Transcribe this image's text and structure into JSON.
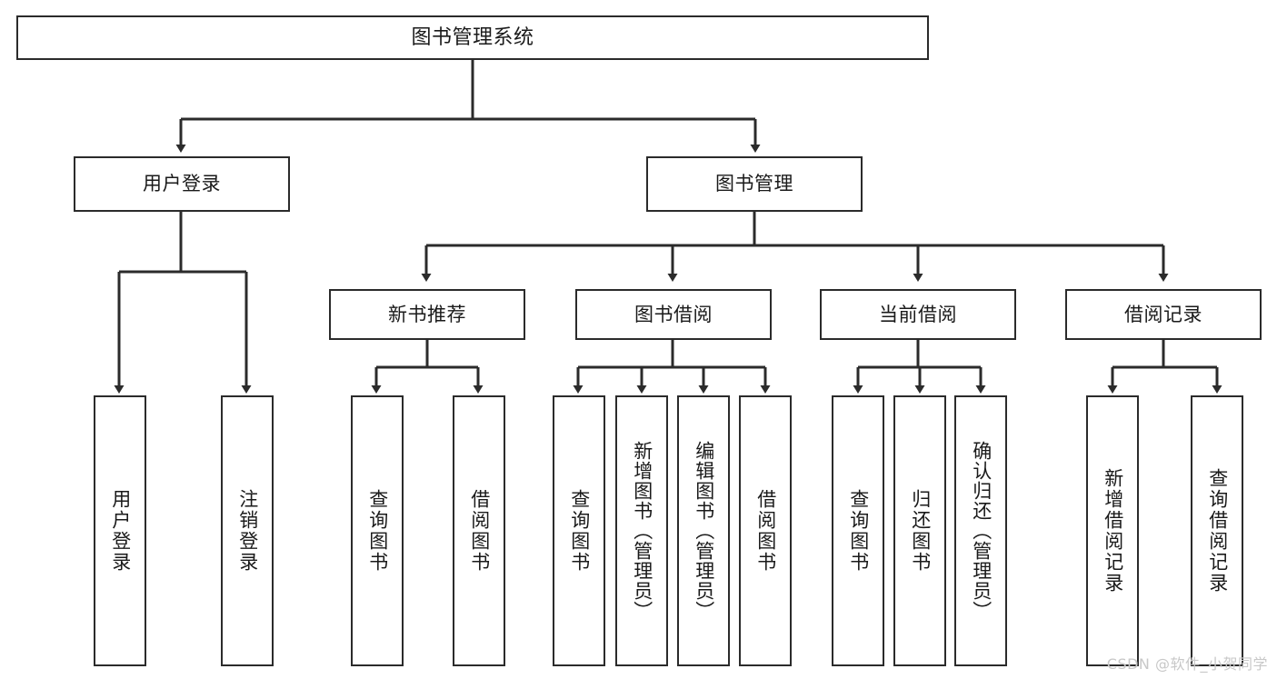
{
  "diagram": {
    "title": "图书管理系统",
    "watermark": "CSDN @软件_小贺同学",
    "root": {
      "label": "图书管理系统"
    },
    "level2": [
      {
        "id": "user-login",
        "label": "用户登录"
      },
      {
        "id": "book-management",
        "label": "图书管理"
      }
    ],
    "level3": [
      {
        "id": "new-book-recommend",
        "label": "新书推荐"
      },
      {
        "id": "book-borrow",
        "label": "图书借阅"
      },
      {
        "id": "current-borrow",
        "label": "当前借阅"
      },
      {
        "id": "borrow-record",
        "label": "借阅记录"
      }
    ],
    "leaves": [
      {
        "id": "leaf-user-login",
        "label": "用户登录"
      },
      {
        "id": "leaf-logout-login",
        "label": "注销登录"
      },
      {
        "id": "leaf-query-book-1",
        "label": "查询图书"
      },
      {
        "id": "leaf-borrow-book-1",
        "label": "借阅图书"
      },
      {
        "id": "leaf-query-book-2",
        "label": "查询图书"
      },
      {
        "id": "leaf-add-book-admin",
        "label": "新增图书（管理员）"
      },
      {
        "id": "leaf-edit-book-admin",
        "label": "编辑图书（管理员）"
      },
      {
        "id": "leaf-borrow-book-2",
        "label": "借阅图书"
      },
      {
        "id": "leaf-query-book-3",
        "label": "查询图书"
      },
      {
        "id": "leaf-return-book",
        "label": "归还图书"
      },
      {
        "id": "leaf-confirm-return-admin",
        "label": "确认归还（管理员）"
      },
      {
        "id": "leaf-add-borrow-record",
        "label": "新增借阅记录"
      },
      {
        "id": "leaf-query-borrow-record",
        "label": "查询借阅记录"
      }
    ],
    "colors": {
      "stroke": "#2b2b2b",
      "fill": "#ffffff",
      "text": "#1a1a1a",
      "watermark": "#c8c8c8"
    }
  }
}
